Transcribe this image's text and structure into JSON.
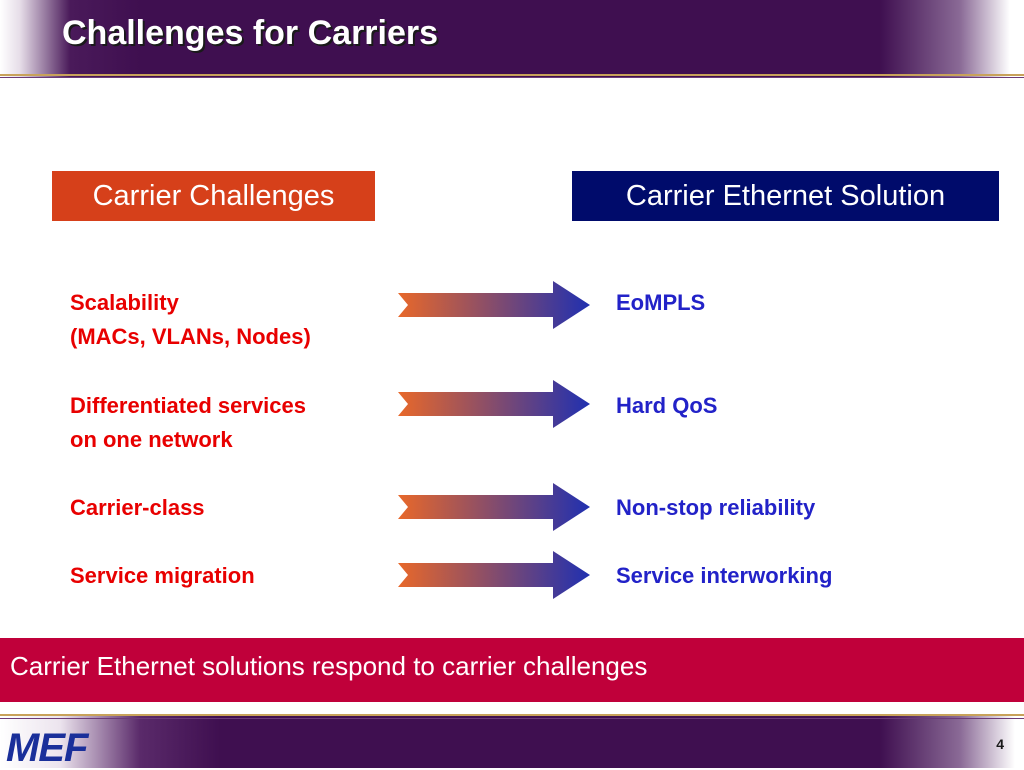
{
  "slide": {
    "title": "Challenges for Carriers",
    "page_number": "4"
  },
  "columns": {
    "left_heading": "Carrier Challenges",
    "right_heading": "Carrier Ethernet Solution"
  },
  "rows": [
    {
      "challenge_line1": "Scalability",
      "challenge_line2": "(MACs, VLANs, Nodes)",
      "solution": "EoMPLS"
    },
    {
      "challenge_line1": "Differentiated services",
      "challenge_line2": "on one network",
      "solution": "Hard QoS"
    },
    {
      "challenge_line1": "Carrier-class",
      "challenge_line2": "",
      "solution": "Non-stop reliability"
    },
    {
      "challenge_line1": "Service migration",
      "challenge_line2": "",
      "solution": "Service interworking"
    }
  ],
  "banner": {
    "text": "Carrier Ethernet solutions respond to carrier challenges"
  },
  "footer": {
    "logo_text": "MEF"
  },
  "colors": {
    "challenge_text": "#e80000",
    "solution_text": "#2222c8",
    "left_heading_bg": "#d6401a",
    "right_heading_bg": "#000b6b",
    "banner_bg": "#c0003a",
    "title_band": "#3f0f50",
    "arrow_start": "#e8682a",
    "arrow_end": "#2030b0"
  },
  "icons": {
    "row_connector": "right-arrow-icon"
  }
}
